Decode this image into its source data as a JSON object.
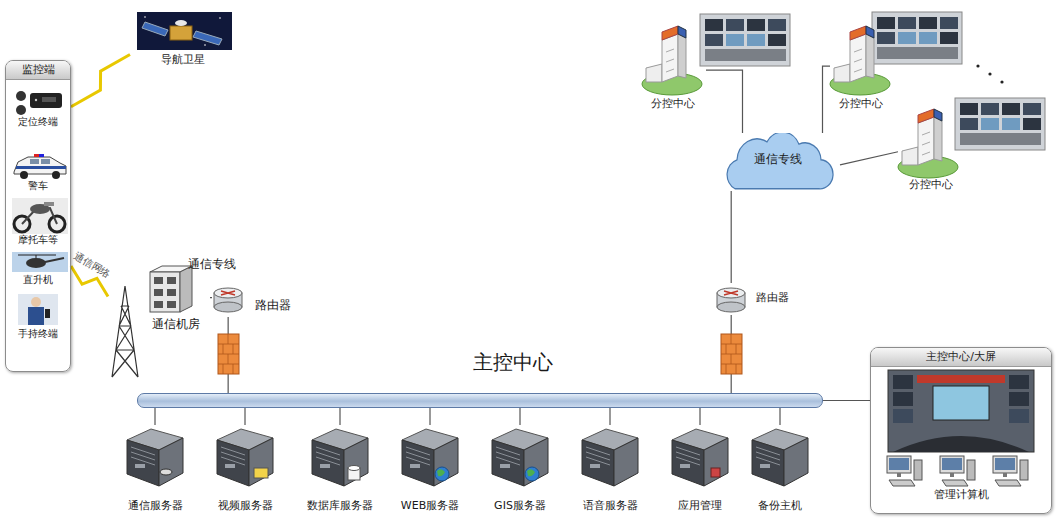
{
  "diagram": {
    "nodes": [
      {
        "text": [
          "导航卫星"
        ]
      },
      {
        "text": [
          "监控端"
        ]
      },
      {
        "text": [
          "定位终端"
        ],
        "in": 1
      },
      {
        "text": [
          "警车"
        ],
        "in": 1
      },
      {
        "text": [
          "摩托车等"
        ],
        "in": 1
      },
      {
        "text": [
          "直升机"
        ],
        "in": 1
      },
      {
        "text": [
          "手持终端"
        ],
        "in": 1
      },
      {
        "text": [
          "分控中心"
        ]
      },
      {
        "text": [
          "分控中心"
        ]
      },
      {
        "text": [
          "通信专线"
        ]
      },
      {
        "text": [
          "分控中心"
        ]
      },
      {
        "text": [
          "通信机房"
        ]
      },
      {
        "text": [
          "路由器"
        ]
      },
      {
        "text": [
          "路由器"
        ]
      },
      {
        "text": [
          "主控中心"
        ]
      },
      {
        "text": [
          "通信服务器"
        ]
      },
      {
        "text": [
          "视频服务器"
        ]
      },
      {
        "text": [
          "数据库服务器"
        ]
      },
      {
        "text": [
          "WEB服务器"
        ]
      },
      {
        "text": [
          "GIS服务器"
        ]
      },
      {
        "text": [
          "语音服务器"
        ]
      },
      {
        "text": [
          "应用管理"
        ]
      },
      {
        "text": [
          "备份主机"
        ]
      },
      {
        "text": [
          "主控中心/大屏"
        ]
      },
      {
        "text": [
          "管理计算机"
        ],
        "in": 23
      }
    ],
    "edges": [
      {
        "from": 0,
        "to": 1,
        "arrow": "none"
      },
      {
        "from": 1,
        "to": 11,
        "label": "通信网络",
        "arrow": "none"
      },
      {
        "from": 11,
        "to": 12,
        "arrow": "none"
      },
      {
        "from": 12,
        "to": 14,
        "arrow": "none"
      },
      {
        "from": 13,
        "to": 14,
        "arrow": "none"
      },
      {
        "from": 13,
        "to": 9,
        "arrow": "none"
      },
      {
        "from": 9,
        "to": 7,
        "arrow": "none"
      },
      {
        "from": 9,
        "to": 8,
        "arrow": "none"
      },
      {
        "from": 9,
        "to": 10,
        "arrow": "none"
      },
      {
        "from": 14,
        "to": 15,
        "arrow": "none"
      },
      {
        "from": 14,
        "to": 16,
        "arrow": "none"
      },
      {
        "from": 14,
        "to": 17,
        "arrow": "none"
      },
      {
        "from": 14,
        "to": 18,
        "arrow": "none"
      },
      {
        "from": 14,
        "to": 19,
        "arrow": "none"
      },
      {
        "from": 14,
        "to": 20,
        "arrow": "none"
      },
      {
        "from": 14,
        "to": 21,
        "arrow": "none"
      },
      {
        "from": 14,
        "to": 22,
        "arrow": "none"
      },
      {
        "from": 14,
        "to": 23,
        "arrow": "none"
      }
    ],
    "labels": [
      "通信专线"
    ]
  }
}
